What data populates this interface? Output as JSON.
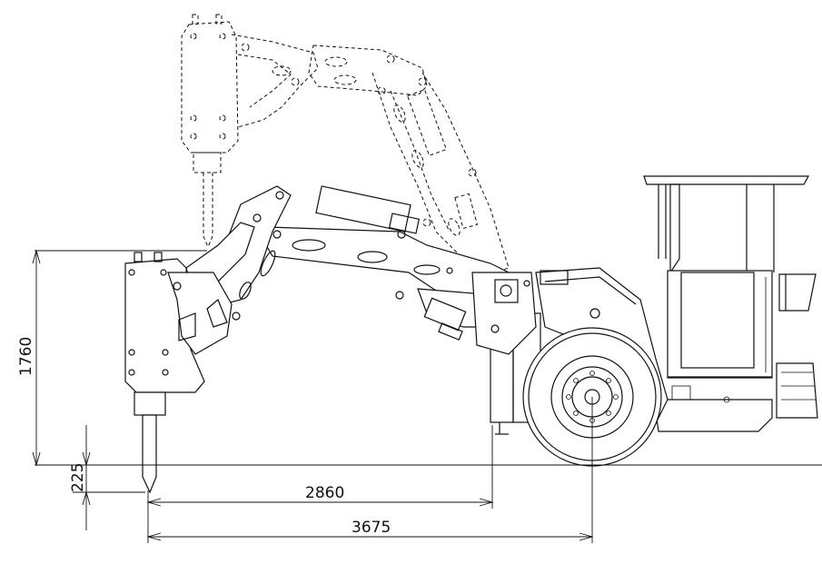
{
  "dimensions": {
    "height_1760": "1760",
    "depth_225": "225",
    "reach_2860": "2860",
    "reach_3675": "3675"
  }
}
